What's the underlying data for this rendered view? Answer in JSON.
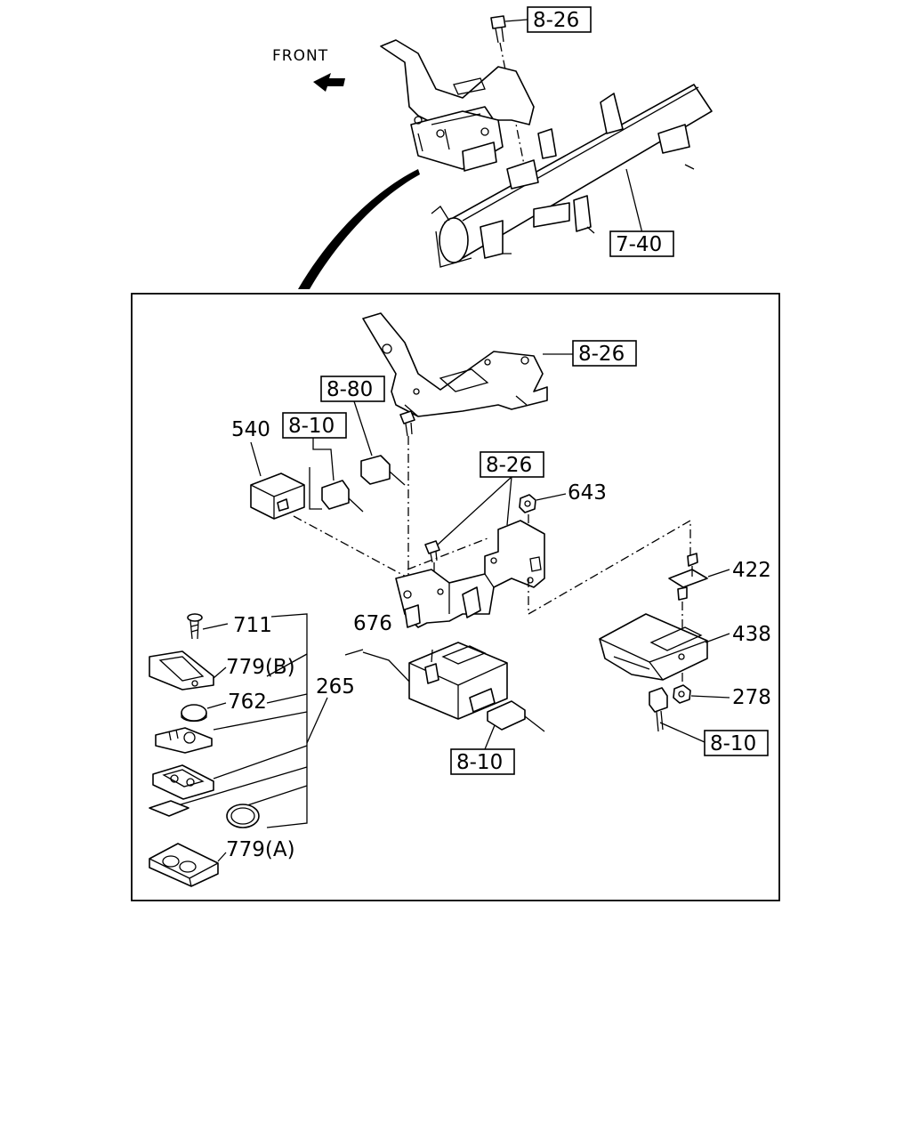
{
  "direction_label": "FRONT",
  "reference_labels": {
    "top_bolt_ref": "8-26",
    "crossmember_ref": "7-40",
    "bracket_top_ref": "8-26",
    "connector_ref_a": "8-80",
    "connector_ref_b": "8-10",
    "bracket_mid_ref": "8-26",
    "module_connector_ref": "8-10",
    "sensor_harness_ref": "8-10"
  },
  "part_numbers": {
    "relay": "540",
    "nut_upper": "643",
    "bracket_clip": "422",
    "sensor_unit": "438",
    "nut_lower": "278",
    "control_module": "676",
    "transmitter_assy": "265",
    "screw": "711",
    "case_upper": "779(B)",
    "battery": "762",
    "case_lower": "779(A)"
  },
  "colors": {
    "line": "#000000",
    "background": "#ffffff"
  }
}
